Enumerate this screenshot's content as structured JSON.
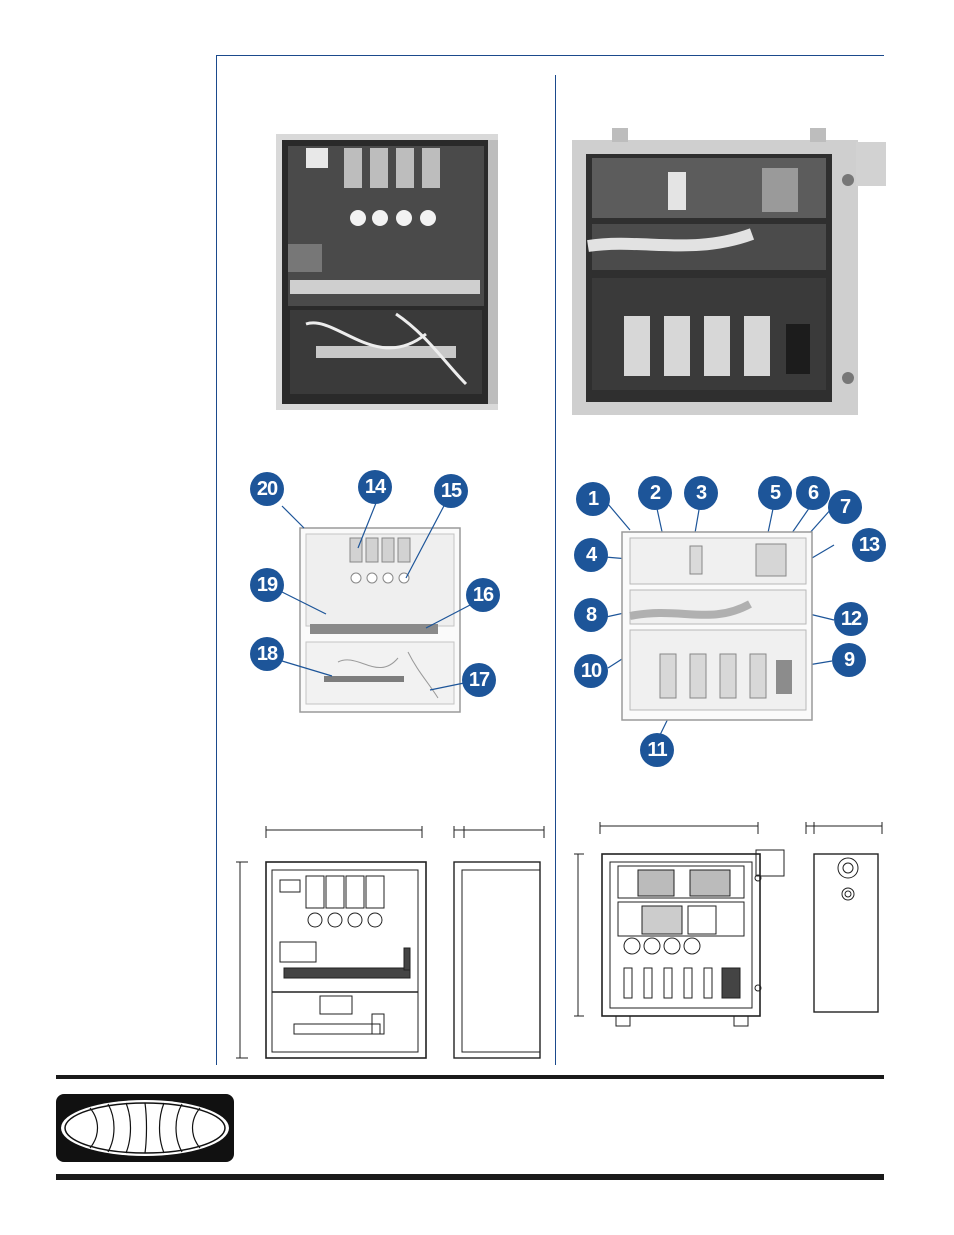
{
  "callouts": {
    "c1": "1",
    "c2": "2",
    "c3": "3",
    "c4": "4",
    "c5": "5",
    "c6": "6",
    "c7": "7",
    "c8": "8",
    "c9": "9",
    "c10": "10",
    "c11": "11",
    "c12": "12",
    "c13": "13",
    "c14": "14",
    "c15": "15",
    "c16": "16",
    "c17": "17",
    "c18": "18",
    "c19": "19",
    "c20": "20"
  },
  "colors": {
    "accent_blue": "#1d5599",
    "rule_blue": "#1b4a8c",
    "footer_black": "#1a1a1a"
  },
  "icons": {
    "logo": "globe-logo-icon"
  }
}
